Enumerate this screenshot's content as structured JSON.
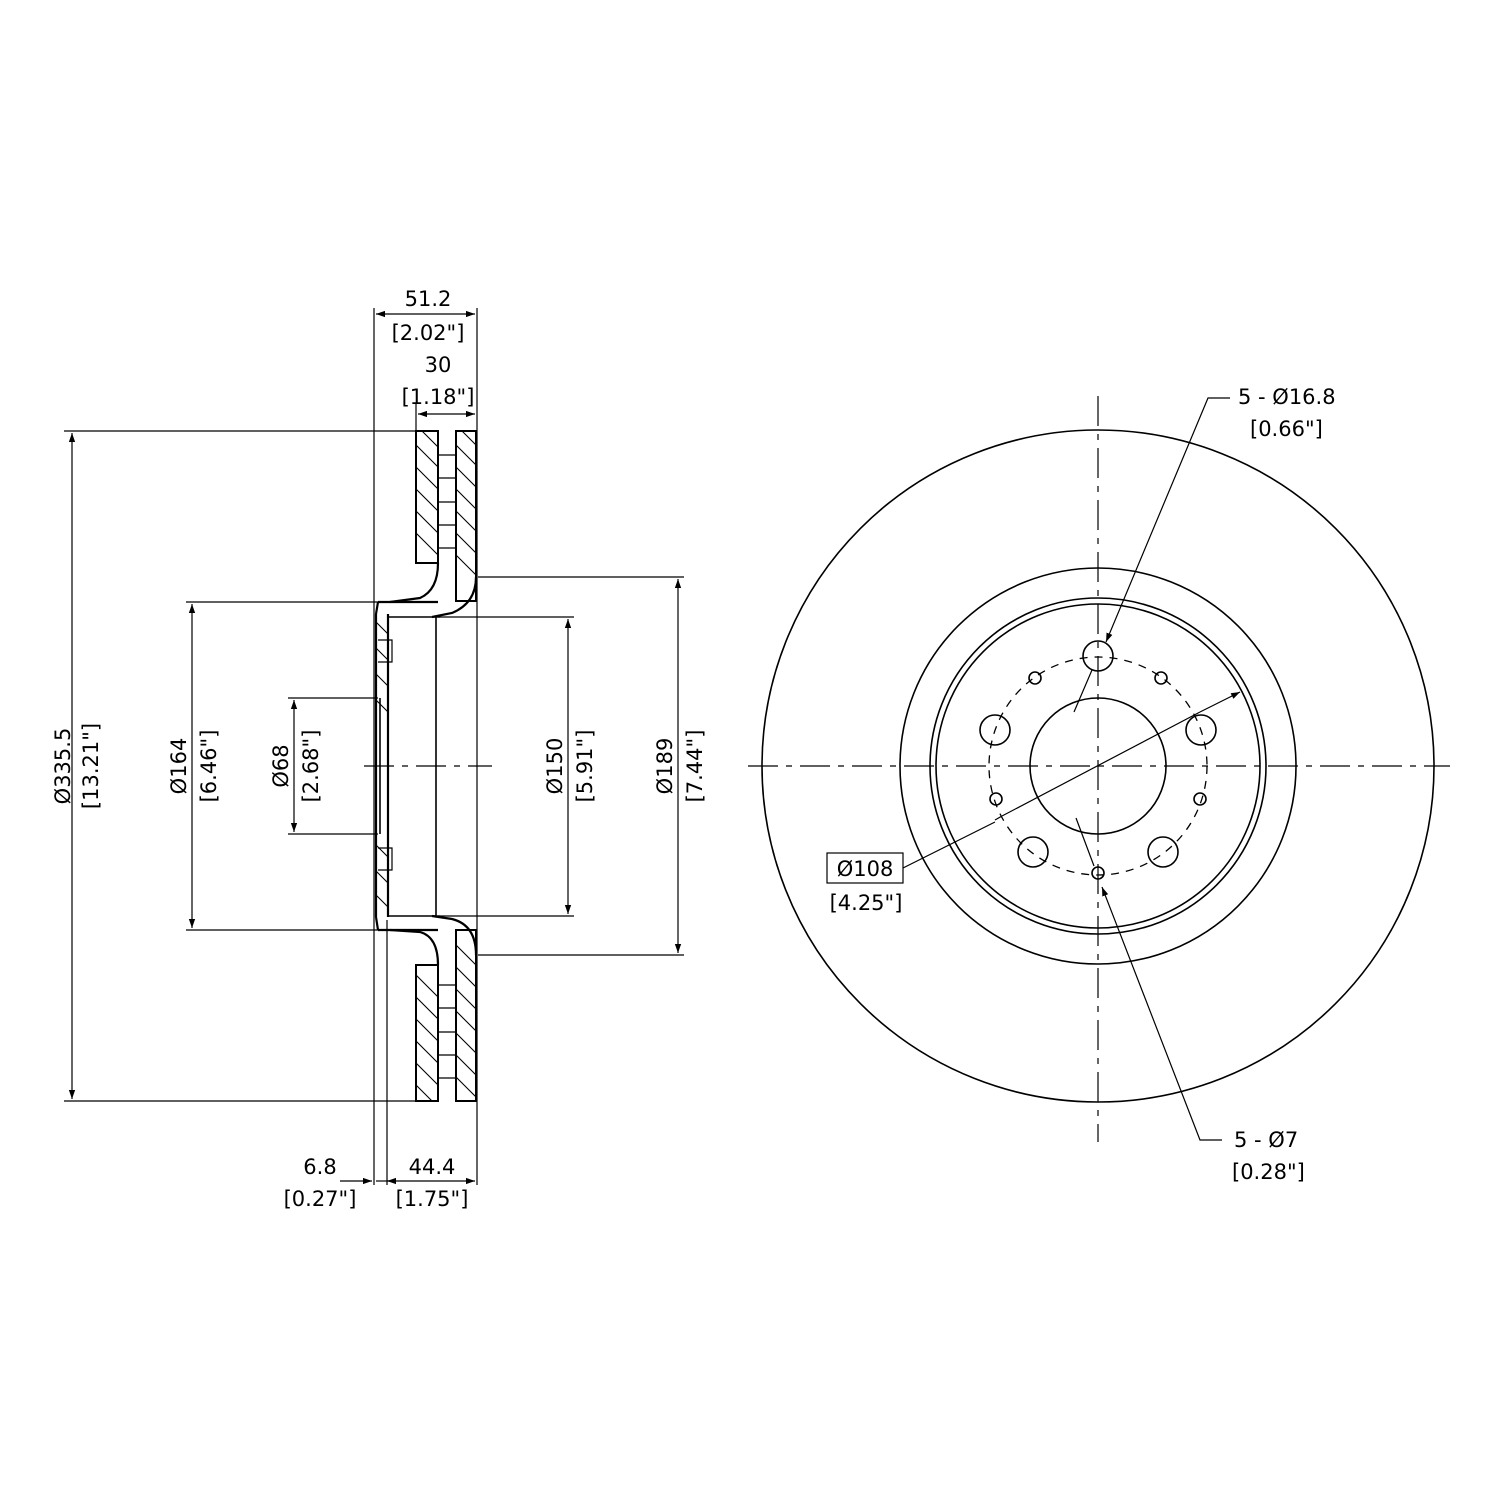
{
  "section_view": {
    "overall_width": {
      "mm": "51.2",
      "inch": "[2.02\"]"
    },
    "disc_thickness": {
      "mm": "30",
      "inch": "[1.18\"]"
    },
    "rotor_diameter": {
      "mm": "Ø335.5",
      "inch": "[13.21\"]"
    },
    "hat_outer_diameter": {
      "mm": "Ø164",
      "inch": "[6.46\"]"
    },
    "center_bore": {
      "mm": "Ø68",
      "inch": "[2.68\"]"
    },
    "hat_inner_diameter": {
      "mm": "Ø150",
      "inch": "[5.91\"]"
    },
    "friction_inner_diameter": {
      "mm": "Ø189",
      "inch": "[7.44\"]"
    },
    "hat_thickness": {
      "mm": "6.8",
      "inch": "[0.27\"]"
    },
    "hat_height": {
      "mm": "44.4",
      "inch": "[1.75\"]"
    }
  },
  "face_view": {
    "bolt_holes": {
      "mm": "5 - Ø16.8",
      "inch": "[0.66\"]"
    },
    "bolt_circle": {
      "mm": "Ø108",
      "inch": "[4.25\"]"
    },
    "small_holes": {
      "mm": "5 - Ø7",
      "inch": "[0.28\"]"
    }
  }
}
